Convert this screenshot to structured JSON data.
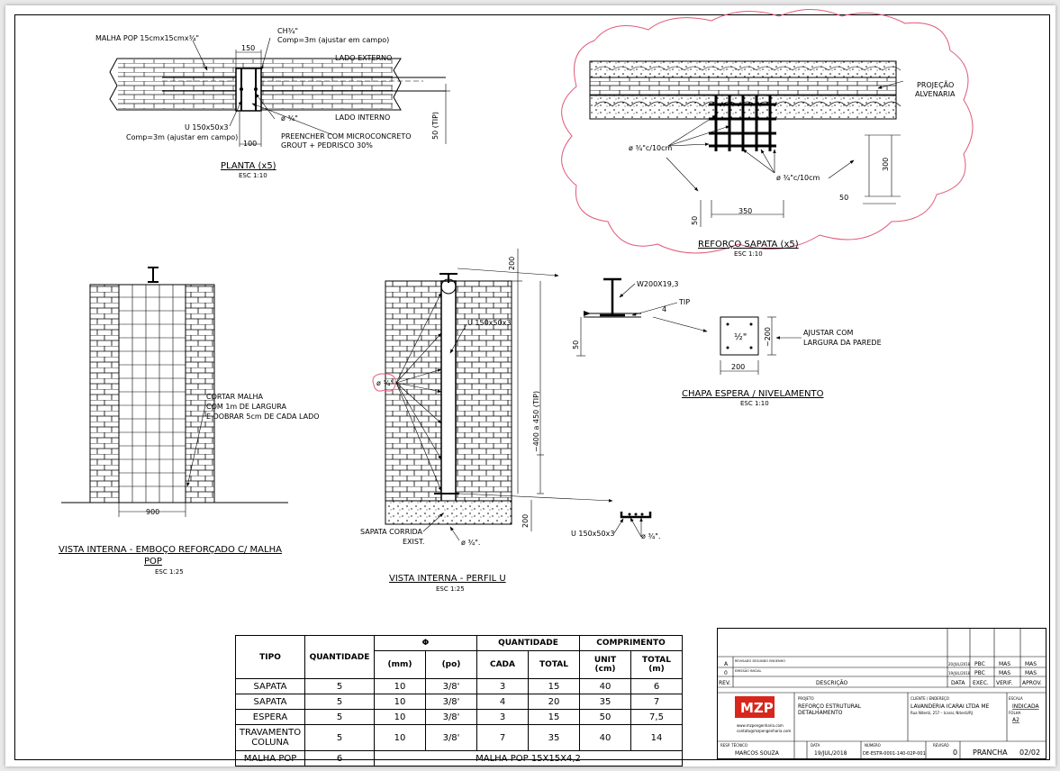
{
  "planta": {
    "malha_label": "MALHA POP 15cmx15cmx¾\"",
    "ch_label": "CH¾\"",
    "ch_comp": "Comp=3m (ajustar em campo)",
    "dim150": "150",
    "lado_externo": "LADO EXTERNO",
    "lado_interno": "LADO INTERNO",
    "phi": "ø ¾\"",
    "u_label": "U 150x50x3",
    "u_comp": "Comp=3m (ajustar em campo)",
    "preencher1": "PREENCHER COM MICROCONCRETO",
    "preencher2": "GROUT + PEDRISCO 30%",
    "dim100": "100",
    "dim50": "50 (TIP)",
    "title": "PLANTA (x5)",
    "scale": "ESC 1:10"
  },
  "sapata": {
    "projecao1": "PROJEÇÃO",
    "projecao2": "ALVENARIA",
    "phi1": "ø ¾\"c/10cm",
    "phi2": "ø ¾\"c/10cm",
    "dim300": "300",
    "dim50a": "50",
    "dim350": "350",
    "dim50b": "50",
    "title": "REFORÇO SAPATA (x5)",
    "scale": "ESC 1:10"
  },
  "emboco": {
    "cortar1": "CORTAR MALHA",
    "cortar2": "COM 1m DE LARGURA",
    "cortar3": "E DOBRAR 5cm DE CADA LADO",
    "dim900": "900",
    "title1": "VISTA INTERNA - EMBOÇO REFORÇADO C/  MALHA",
    "title2": "POP",
    "scale": "ESC 1:25"
  },
  "perfil": {
    "dim200top": "200",
    "u_label": "U 150x50x3",
    "phi": "ø ¾\"",
    "dim_range": "~400 a 450 (TIP)",
    "dim200bot": "200",
    "sapata1": "SAPATA CORRIDA",
    "sapata2": "EXIST.",
    "phi_bot": "ø ¾\".",
    "title": "VISTA INTERNA - PERFIL U",
    "scale": "ESC 1:25"
  },
  "detalhe_w": {
    "w_label": "W200X19,3",
    "tip": "TIP",
    "dim4": "4",
    "dim50": "50"
  },
  "chapa": {
    "x_label": "½\"",
    "dim200v": "~200",
    "dim200h": "200",
    "ajustar1": "AJUSTAR COM",
    "ajustar2": "LARGURA DA PAREDE",
    "title": "CHAPA ESPERA / NIVELAMENTO",
    "scale": "ESC 1:10"
  },
  "detalhe_u": {
    "u_label": "U 150x50x3",
    "phi": "ø ¾\"."
  },
  "materials": {
    "headers": {
      "tipo": "TIPO",
      "quantidade": "QUANTIDADE",
      "phi": "Φ",
      "mm": "(mm)",
      "po": "(po)",
      "quant_group": "QUANTIDADE",
      "cada": "CADA",
      "total": "TOTAL",
      "comp_group": "COMPRIMENTO",
      "unit": "UNIT",
      "unit_cm": "(cm)",
      "total_m": "TOTAL",
      "total_m_unit": "(m)"
    },
    "rows": [
      {
        "tipo": "SAPATA",
        "qtd": "5",
        "mm": "10",
        "po": "3/8'",
        "cada": "3",
        "total": "15",
        "unit": "40",
        "totm": "6"
      },
      {
        "tipo": "SAPATA",
        "qtd": "5",
        "mm": "10",
        "po": "3/8'",
        "cada": "4",
        "total": "20",
        "unit": "35",
        "totm": "7"
      },
      {
        "tipo": "ESPERA",
        "qtd": "5",
        "mm": "10",
        "po": "3/8'",
        "cada": "3",
        "total": "15",
        "unit": "50",
        "totm": "7,5"
      },
      {
        "tipo": "TRAVAMENTO COLUNA",
        "qtd": "5",
        "mm": "10",
        "po": "3/8'",
        "cada": "7",
        "total": "35",
        "unit": "40",
        "totm": "14"
      }
    ],
    "last": {
      "tipo": "MALHA POP",
      "qtd": "6",
      "desc": "MALHA POP 15X15X4,2"
    }
  },
  "titleblock": {
    "rev_a": "A",
    "rev_a_desc": "REVISADO SEGUNDO ENGENHO",
    "rev_a_date": "20/JUL/2018",
    "rev_a_exec": "PBC",
    "rev_a_verif": "MAS",
    "rev_a_aprov": "MAS",
    "rev_0": "0",
    "rev_0_desc": "EMISSÃO INICIAL",
    "rev_0_date": "19/JUL/2018",
    "rev_0_exec": "PBC",
    "rev_0_verif": "MAS",
    "rev_0_aprov": "MAS",
    "h_rev": "REV.",
    "h_desc": "DESCRIÇÃO",
    "h_data": "DATA",
    "h_exec": "EXEC.",
    "h_verif": "VERIF.",
    "h_aprov": "APROV.",
    "logo": "MZP",
    "logo_web": "www.mzpengenharia.com",
    "logo_mail": "contato@mzpengenharia.com",
    "projeto_lbl": "PROJETO",
    "projeto1": "REFORÇO ESTRUTURAL",
    "projeto2": "DETALHAMENTO",
    "cliente_lbl": "CLIENTE / ENDEREÇO",
    "cliente1": "LAVANDERIA ICARAI LTDA ME",
    "cliente2": "Rua Niterói, 257 – Icaraí, Niterói/RJ",
    "escala_lbl": "ESCALA",
    "escala": "INDICADA",
    "folha_lbl": "FOLHA",
    "folha": "A2",
    "resp_lbl": "RESP. TÉCNICO",
    "resp": "MARCOS SOUZA",
    "data_lbl": "DATA",
    "data": "19/JUL/2018",
    "numero_lbl": "NÚMERO",
    "numero": "DE-ESTR-0001-140-02P-001",
    "revisao_lbl": "REVISÃO",
    "revisao": "0",
    "prancha_lbl": "PRANCHA",
    "prancha": "02/02"
  }
}
